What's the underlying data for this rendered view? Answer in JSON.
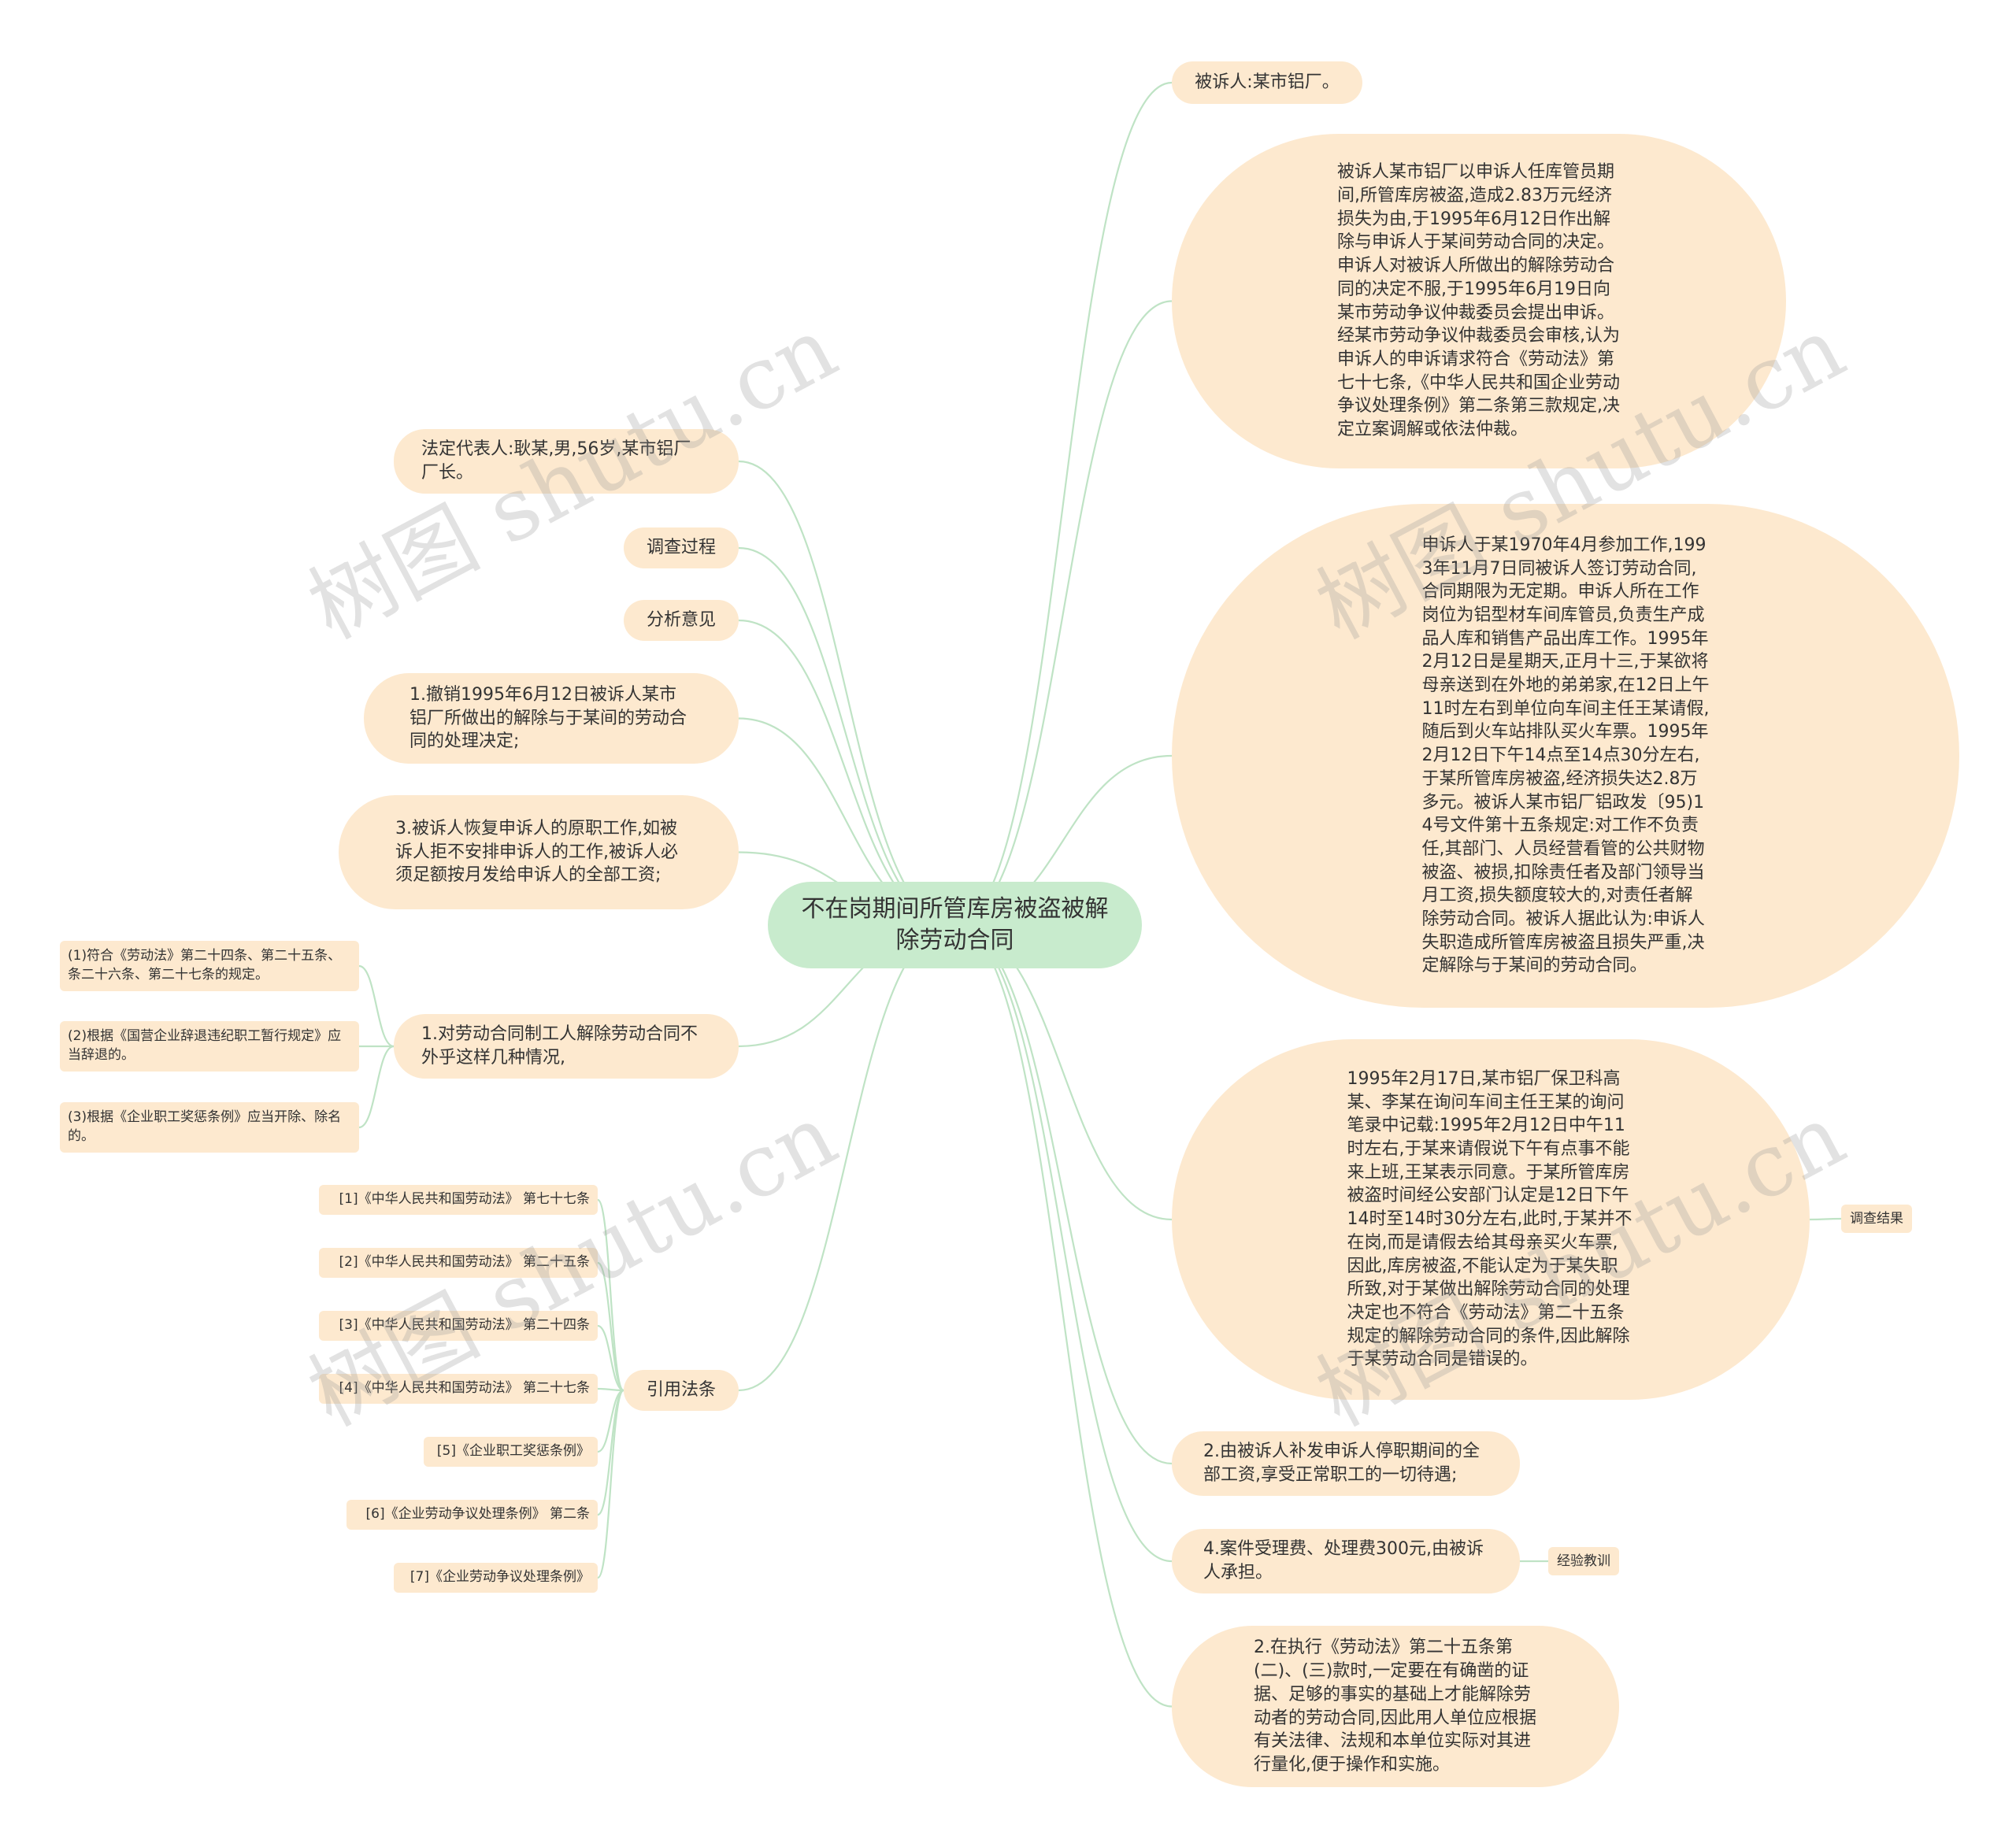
{
  "root": {
    "text": "不在岗期间所管库房被盗被解除劳动合同"
  },
  "right": [
    {
      "id": "r1",
      "text": "被诉人:某市铝厂。"
    },
    {
      "id": "r2",
      "text": "被诉人某市铝厂以申诉人任库管员期间,所管库房被盗,造成2.83万元经济损失为由,于1995年6月12日作出解除与申诉人于某间劳动合同的决定。申诉人对被诉人所做出的解除劳动合同的决定不服,于1995年6月19日向某市劳动争议仲裁委员会提出申诉。经某市劳动争议仲裁委员会审核,认为申诉人的申诉请求符合《劳动法》第七十七条,《中华人民共和国企业劳动争议处理条例》第二条第三款规定,决定立案调解或依法仲裁。"
    },
    {
      "id": "r3",
      "text": "申诉人于某1970年4月参加工作,1993年11月7日同被诉人签订劳动合同,合同期限为无定期。申诉人所在工作岗位为铝型材车间库管员,负责生产成品人库和销售产品出库工作。1995年2月12日是星期天,正月十三,于某欲将母亲送到在外地的弟弟家,在12日上午11时左右到单位向车间主任王某请假,随后到火车站排队买火车票。1995年2月12日下午14点至14点30分左右,于某所管库房被盗,经济损失达2.8万多元。被诉人某市铝厂铝政发〔95)14号文件第十五条规定:对工作不负责任,其部门、人员经营看管的公共财物被盗、被损,扣除责任者及部门领导当月工资,损失额度较大的,对责任者解除劳动合同。被诉人据此认为:申诉人失职造成所管库房被盗且损失严重,决定解除与于某间的劳动合同。"
    },
    {
      "id": "r4",
      "text": "1995年2月17日,某市铝厂保卫科高某、李某在询问车间主任王某的询问笔录中记载:1995年2月12日中午11时左右,于某来请假说下午有点事不能来上班,王某表示同意。于某所管库房被盗时间经公安部门认定是12日下午14时至14时30分左右,此时,于某并不在岗,而是请假去给其母亲买火车票,因此,库房被盗,不能认定为于某失职所致,对于某做出解除劳动合同的处理决定也不符合《劳动法》第二十五条规定的解除劳动合同的条件,因此解除于某劳动合同是错误的。"
    },
    {
      "id": "r5",
      "text": "2.由被诉人补发申诉人停职期间的全部工资,享受正常职工的一切待遇;"
    },
    {
      "id": "r6",
      "text": "4.案件受理费、处理费300元,由被诉人承担。"
    },
    {
      "id": "r7",
      "text": "2.在执行《劳动法》第二十五条第(二)、(三)款时,一定要在有确凿的证据、足够的事实的基础上才能解除劳动者的劳动合同,因此用人单位应根据有关法律、法规和本单位实际对其进行量化,便于操作和实施。"
    }
  ],
  "tags": [
    {
      "id": "t1",
      "text": "调查结果"
    },
    {
      "id": "t2",
      "text": "经验教训"
    }
  ],
  "left": [
    {
      "id": "l1",
      "text": "法定代表人:耿某,男,56岁,某市铝厂厂长。"
    },
    {
      "id": "l2",
      "text": "调查过程"
    },
    {
      "id": "l3",
      "text": "分析意见"
    },
    {
      "id": "l4",
      "text": "1.撤销1995年6月12日被诉人某市铝厂所做出的解除与于某间的劳动合同的处理决定;"
    },
    {
      "id": "l5",
      "text": "3.被诉人恢复申诉人的原职工作,如被诉人拒不安排申诉人的工作,被诉人必须足额按月发给申诉人的全部工资;"
    },
    {
      "id": "l6",
      "text": "1.对劳动合同制工人解除劳动合同不外乎这样几种情况,"
    },
    {
      "id": "l7",
      "text": "引用法条"
    }
  ],
  "l6_children": [
    {
      "id": "c1",
      "text": "(1)符合《劳动法》第二十四条、第二十五条、条二十六条、第二十七条的规定。"
    },
    {
      "id": "c2",
      "text": "(2)根据《国营企业辞退违纪职工暂行规定》应当辞退的。"
    },
    {
      "id": "c3",
      "text": "(3)根据《企业职工奖惩条例》应当开除、除名的。"
    }
  ],
  "l7_children": [
    {
      "id": "d1",
      "text": "[1]《中华人民共和国劳动法》 第七十七条"
    },
    {
      "id": "d2",
      "text": "[2]《中华人民共和国劳动法》 第二十五条"
    },
    {
      "id": "d3",
      "text": "[3]《中华人民共和国劳动法》 第二十四条"
    },
    {
      "id": "d4",
      "text": "[4]《中华人民共和国劳动法》 第二十七条"
    },
    {
      "id": "d5",
      "text": "[5]《企业职工奖惩条例》"
    },
    {
      "id": "d6",
      "text": "[6]《企业劳动争议处理条例》 第二条"
    },
    {
      "id": "d7",
      "text": "[7]《企业劳动争议处理条例》"
    }
  ],
  "watermark": "树图 shutu.cn",
  "colors": {
    "node_fill": "#fde9cf",
    "root_fill": "#c8ebcd",
    "link": "#bfe3c5"
  }
}
